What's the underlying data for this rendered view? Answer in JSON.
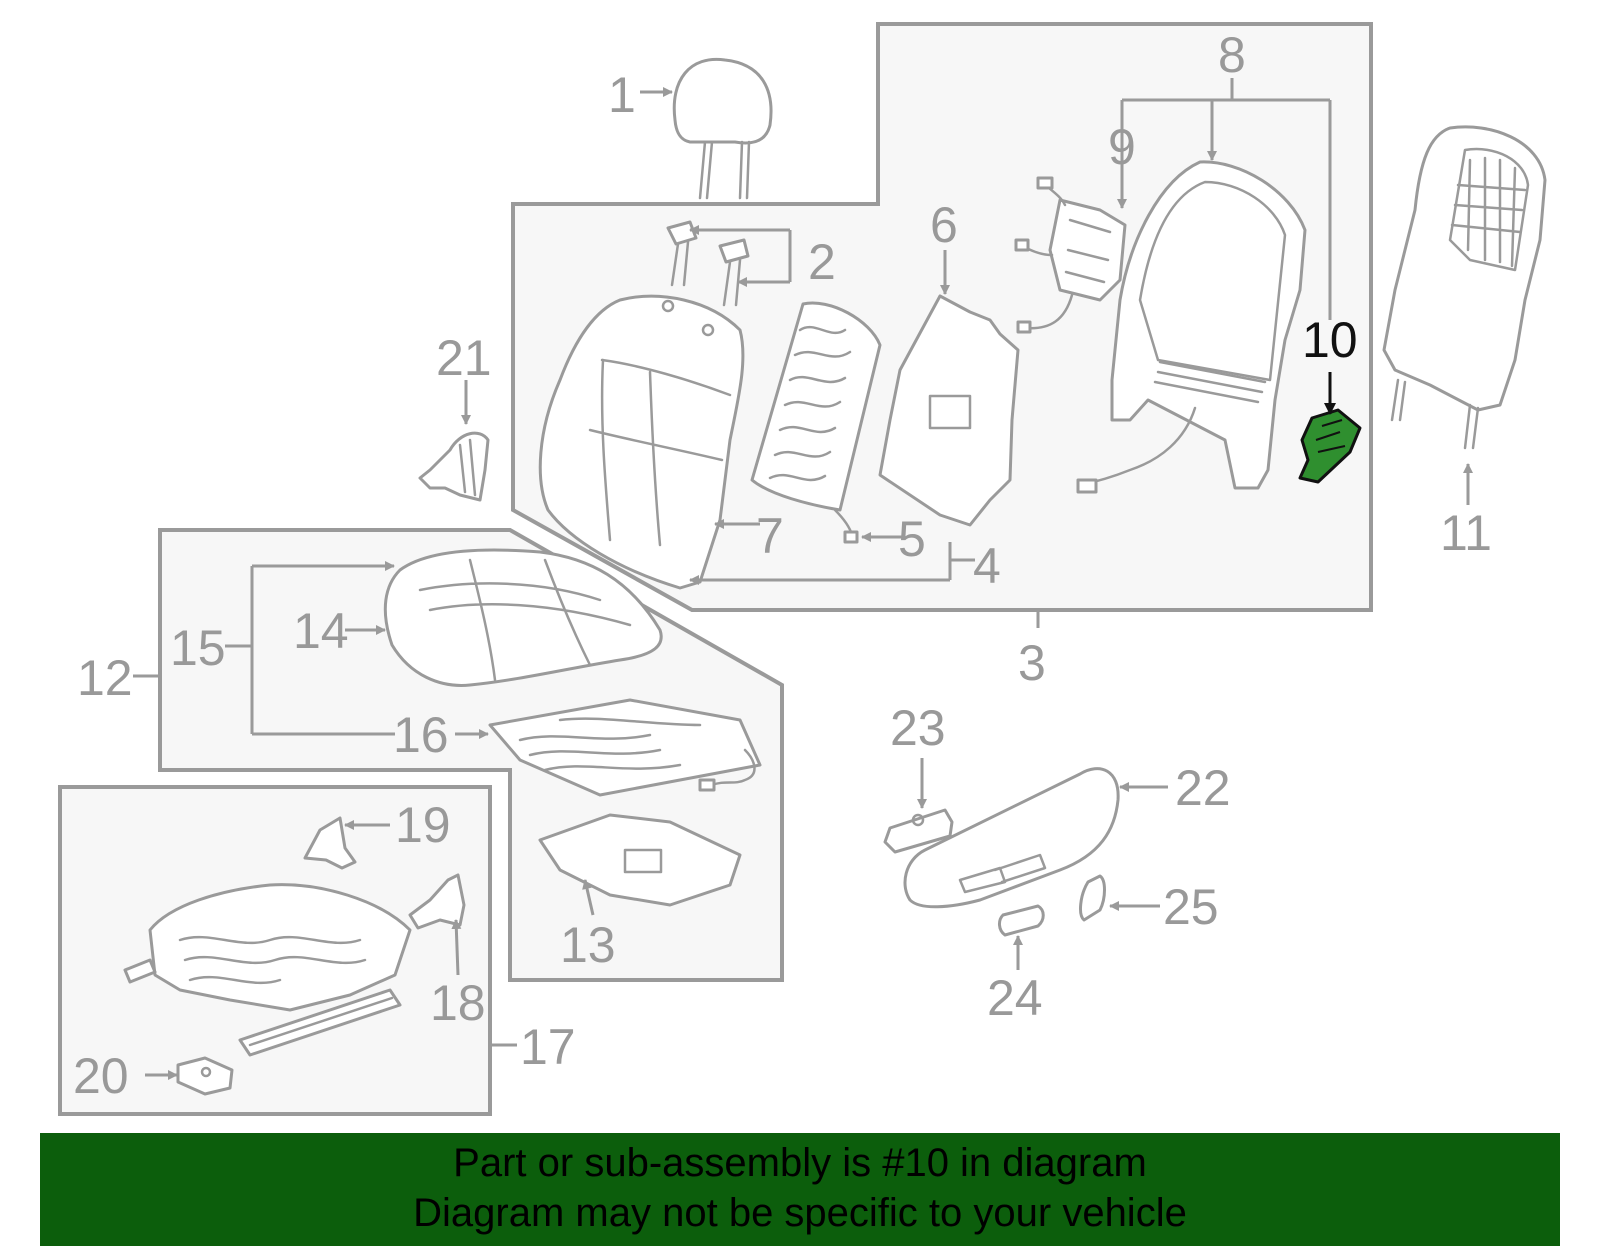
{
  "callouts": {
    "c1": "1",
    "c2": "2",
    "c3": "3",
    "c4": "4",
    "c5": "5",
    "c6": "6",
    "c7": "7",
    "c8": "8",
    "c9": "9",
    "c10": "10",
    "c11": "11",
    "c12": "12",
    "c13": "13",
    "c14": "14",
    "c15": "15",
    "c16": "16",
    "c17": "17",
    "c18": "18",
    "c19": "19",
    "c20": "20",
    "c21": "21",
    "c22": "22",
    "c23": "23",
    "c24": "24",
    "c25": "25"
  },
  "highlighted_part": "10",
  "colors": {
    "highlight_fill": "#2f8f2f",
    "banner_background": "#0c5e0c",
    "line_gray": "#9a9a9a",
    "box_fill": "#f7f7f7"
  },
  "banner": {
    "line1": "Part or sub-assembly is #10 in diagram",
    "line2": "Diagram may not be specific to your vehicle"
  }
}
